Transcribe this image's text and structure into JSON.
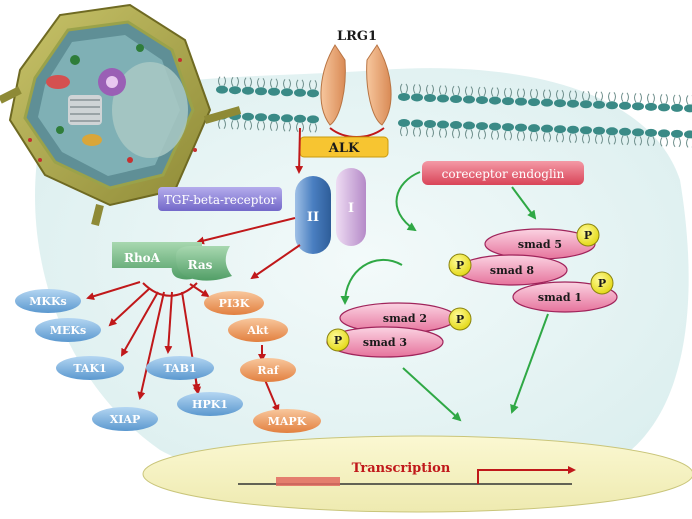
{
  "labels": {
    "lrg1": "LRG1",
    "alk": "ALK",
    "receptor_ii": "II",
    "receptor_i": "I",
    "tgf_receptor": "TGF-beta-receptor",
    "coreceptor": "coreceptor endoglin",
    "rhoa": "RhoA",
    "ras": "Ras",
    "mkks": "MKKs",
    "meks": "MEKs",
    "tak1": "TAK1",
    "tab1": "TAB1",
    "xiap": "XIAP",
    "hpk1": "HPK1",
    "pi3k": "PI3K",
    "akt": "Akt",
    "raf": "Raf",
    "mapk": "MAPK",
    "smad5": "smad 5",
    "smad8": "smad 8",
    "smad1": "smad 1",
    "smad2": "smad 2",
    "smad3": "smad 3",
    "phospho": "P",
    "transcription": "Transcription"
  },
  "colors": {
    "background_blob": "#e7f3f3",
    "membrane_head": "#3a8a86",
    "ligand": "#e9a06a",
    "alk_fill": "#f7c531",
    "receptor_ii": "#3b6fb5",
    "receptor_i": "#c9a6d6",
    "tgf_box": "#8a7fd6",
    "coreceptor_box": "#e0566a",
    "green_node": "#68b07a",
    "blue_node": "#6aa6d8",
    "orange_node": "#e8955a",
    "smad_fill": "#ef8fb0",
    "phospho_fill": "#f4ee23",
    "red_arrow": "#c0181a",
    "green_arrow": "#2fa845"
  }
}
